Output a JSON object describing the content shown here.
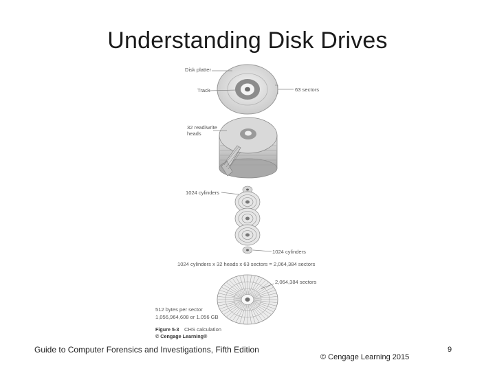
{
  "slide": {
    "title": "Understanding Disk Drives",
    "footer_left": "Guide to Computer Forensics and Investigations, Fifth Edition",
    "footer_right": "© Cengage Learning  2015",
    "page_number": "9"
  },
  "figure": {
    "labels": {
      "disk_platter": "Disk platter",
      "track": "Track",
      "sectors": "63 sectors",
      "heads_line1": "32 read/write",
      "heads_line2": "heads",
      "cylinders_left": "1024 cylinders",
      "cylinders_right": "1024 cylinders",
      "equation": "1024 cylinders x 32 heads x 63 sectors = 2,064,384 sectors",
      "total_sectors": "2,064,384 sectors",
      "bytes_line1": "512 bytes per sector",
      "bytes_line2": "1,056,964,608 or 1.056 GB",
      "figure_number": "Figure 5-3",
      "figure_caption": "CHS calculation",
      "credit": "© Cengage Learning®"
    }
  }
}
